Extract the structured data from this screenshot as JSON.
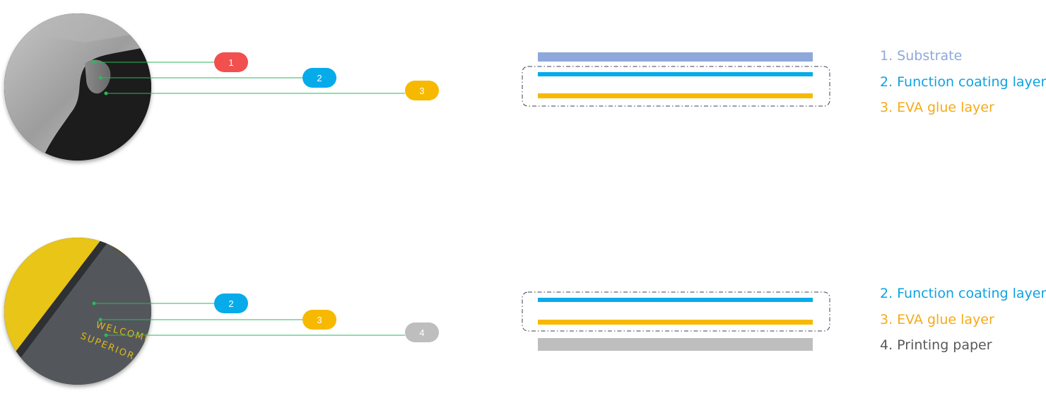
{
  "colors": {
    "red": "#f24f4f",
    "blue": "#07abea",
    "yellow": "#f7b900",
    "gray": "#bebebe",
    "substrate": "#8fa8dc",
    "leader": "#2aba5b",
    "legend_substrate": "#8fa8dc",
    "legend_function": "#0ea2e0",
    "legend_eva": "#f5ab1a",
    "legend_paper": "#595959",
    "dashed_frame": "#3a4257"
  },
  "top_diagram": {
    "photo": "metal-sheet-peeling-film",
    "badges": [
      {
        "label": "1",
        "color": "red"
      },
      {
        "label": "2",
        "color": "blue"
      },
      {
        "label": "3",
        "color": "yellow"
      }
    ],
    "legend": [
      {
        "text": "1. Substrate"
      },
      {
        "text": "2. Function coating layer"
      },
      {
        "text": "3. EVA glue layer"
      }
    ]
  },
  "bottom_diagram": {
    "photo": "printed-board-with-lamination",
    "photo_text_line1": "WELCOME",
    "photo_text_line2": "SUPERIOR S",
    "badges": [
      {
        "label": "2",
        "color": "blue"
      },
      {
        "label": "3",
        "color": "yellow"
      },
      {
        "label": "4",
        "color": "gray"
      }
    ],
    "legend": [
      {
        "text": "2. Function coating layer"
      },
      {
        "text": "3. EVA glue layer"
      },
      {
        "text": "4. Printing paper"
      }
    ]
  }
}
